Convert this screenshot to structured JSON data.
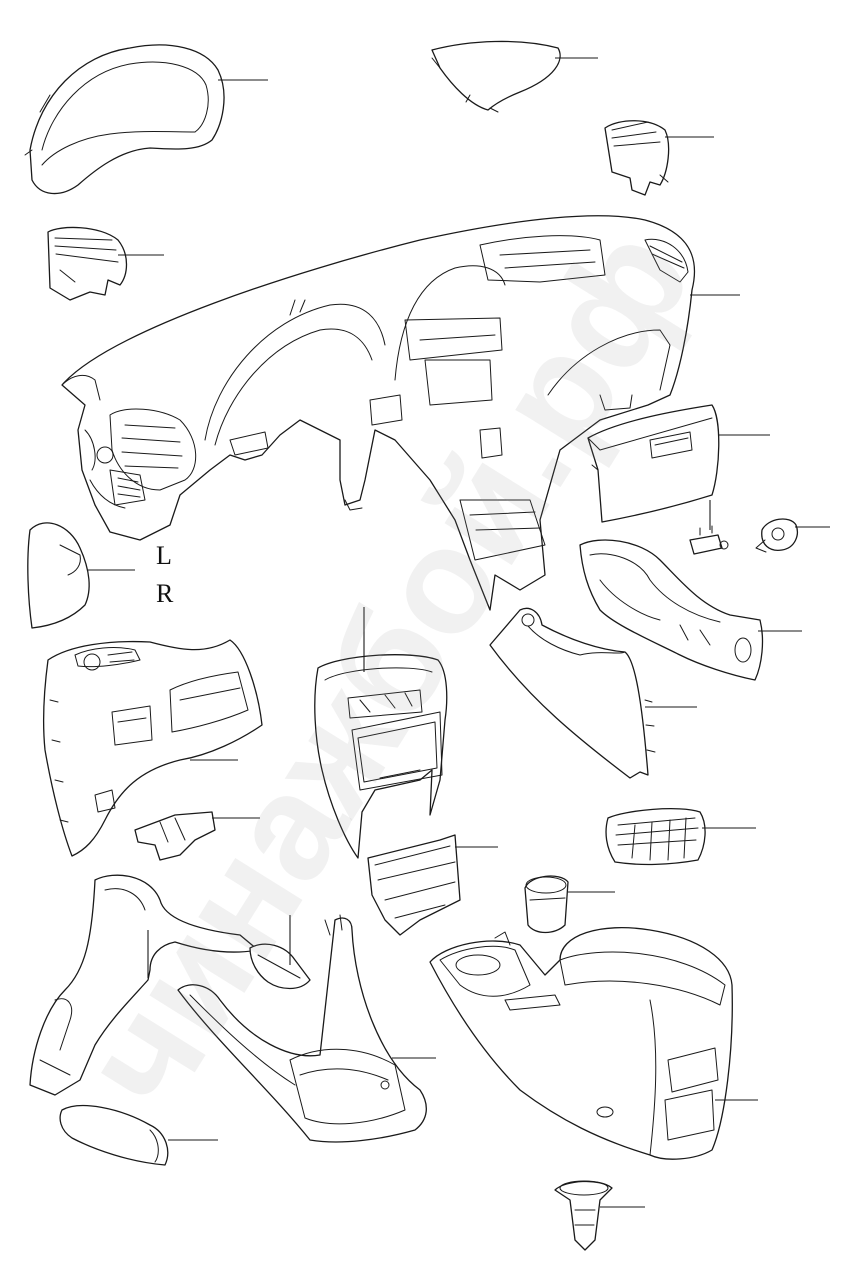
{
  "labels": {
    "left": "L",
    "right": "R"
  },
  "watermark": "чинажбой.рф",
  "colors": {
    "line": "#1a1a1a",
    "background": "#ffffff"
  }
}
